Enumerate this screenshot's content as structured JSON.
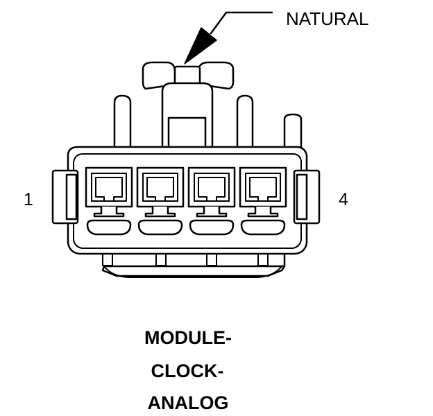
{
  "diagram": {
    "callout_label": "NATURAL",
    "pin_left": "1",
    "pin_right": "4",
    "title_lines": [
      "MODULE-",
      "CLOCK-",
      "ANALOG"
    ]
  },
  "colors": {
    "line": "#000000",
    "background": "#ffffff"
  }
}
